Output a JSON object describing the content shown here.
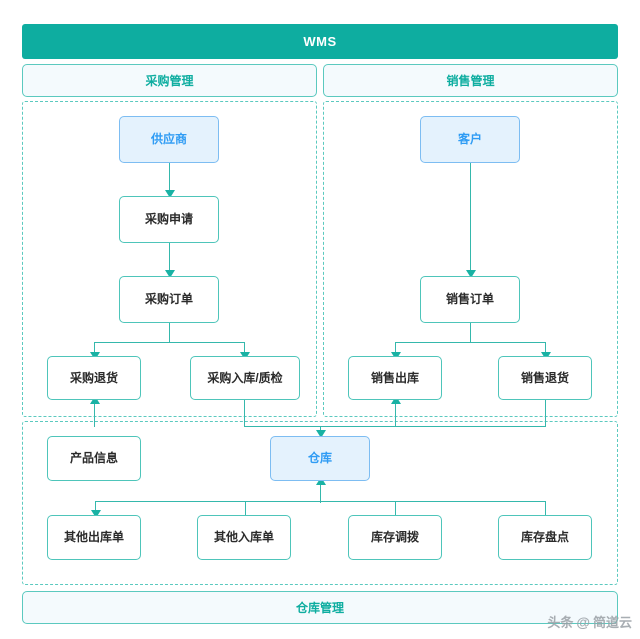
{
  "title": "WMS",
  "sections": {
    "purchase": {
      "label": "采购管理"
    },
    "sales": {
      "label": "销售管理"
    },
    "warehouse": {
      "label": "仓库管理"
    }
  },
  "nodes": {
    "supplier": "供应商",
    "purchase_request": "采购申请",
    "purchase_order": "采购订单",
    "purchase_return": "采购退货",
    "purchase_inbound_qc": "采购入库/质检",
    "customer": "客户",
    "sales_order": "销售订单",
    "sales_outbound": "销售出库",
    "sales_return": "销售退货",
    "product_info": "产品信息",
    "warehouse": "仓库",
    "other_outbound": "其他出库单",
    "other_inbound": "其他入库单",
    "stock_transfer": "库存调拨",
    "stock_count": "库存盘点"
  },
  "watermark": {
    "prefix": "头条",
    "at": "@",
    "brand": "简道云"
  },
  "colors": {
    "brand_teal": "#0eada0",
    "line_teal": "#35b8ac",
    "accent_blue": "#2f9cf4",
    "accent_blue_fill": "#e4f2fd",
    "section_fill": "#f4fafd"
  }
}
